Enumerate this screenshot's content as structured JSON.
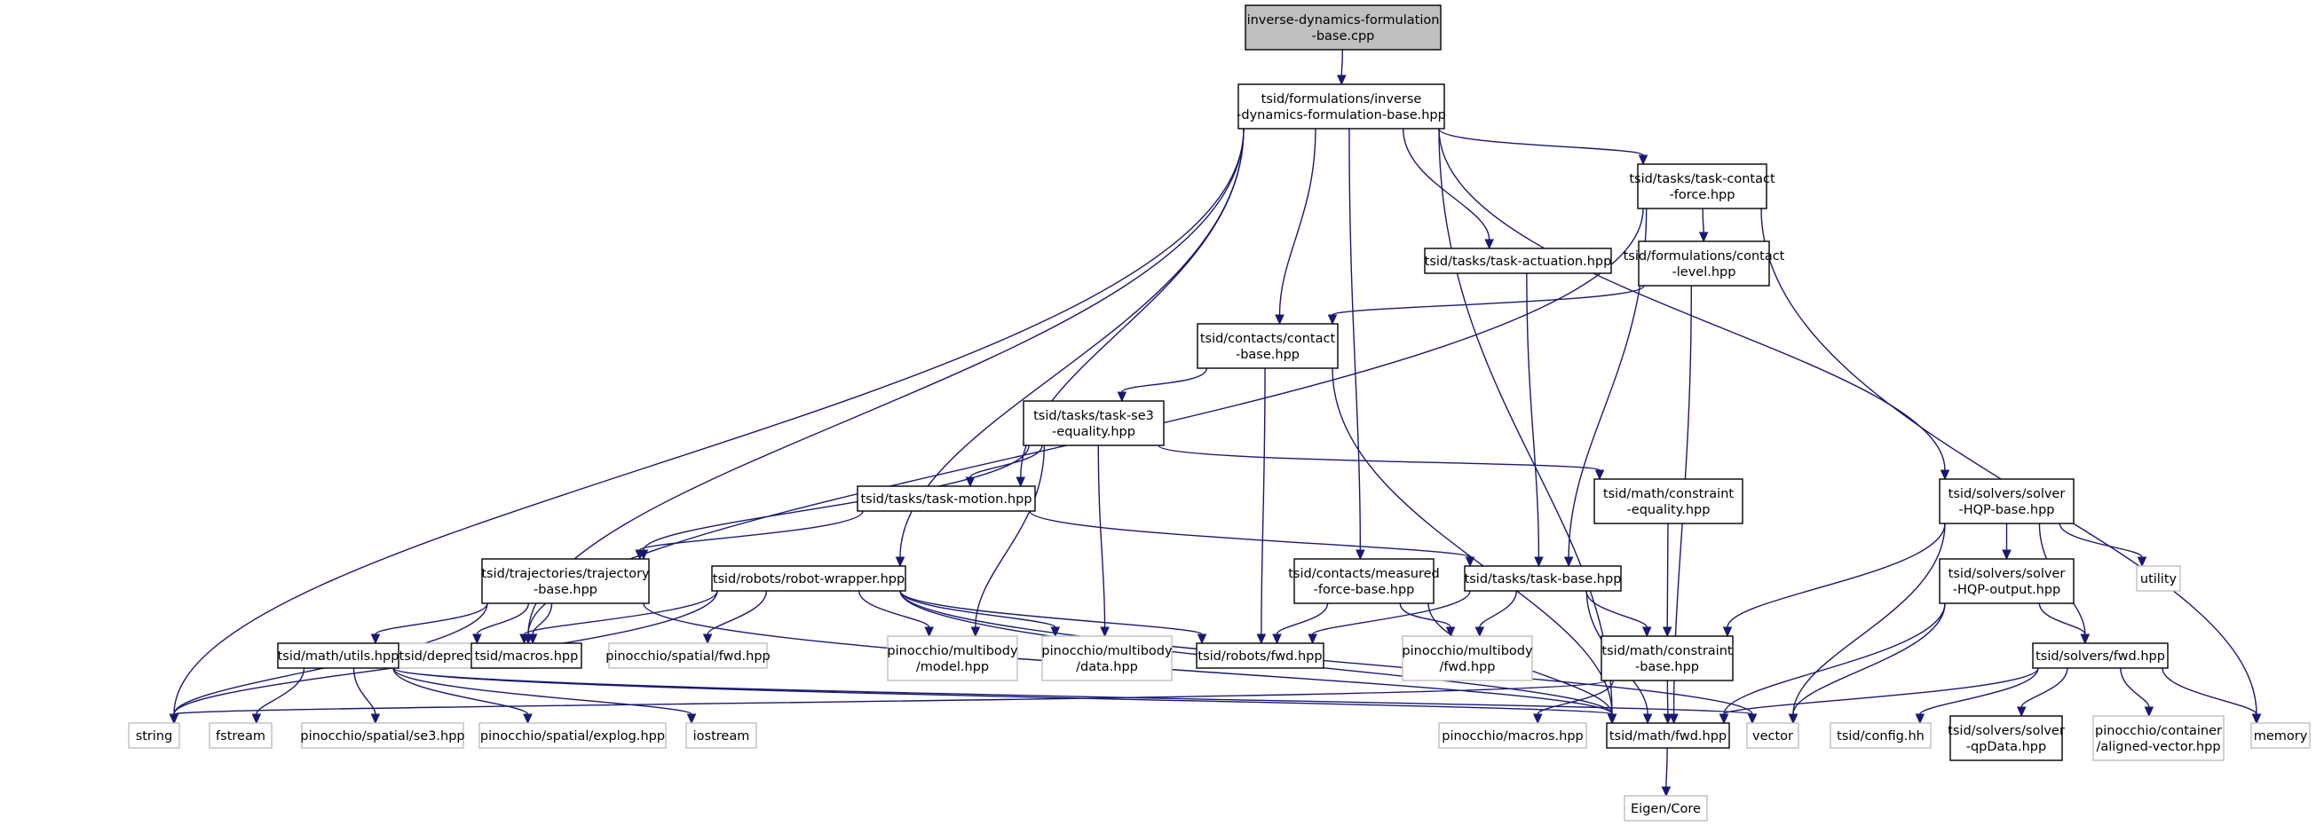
{
  "colors": {
    "edge": "#191970",
    "local_border": "#000000",
    "external_border": "#bfbfbf",
    "root_fill": "#bfbfbf",
    "text": "#000000"
  },
  "nodes": {
    "root": {
      "lines": [
        "inverse-dynamics-formulation",
        "-base.cpp"
      ],
      "kind": "root"
    },
    "idfb": {
      "lines": [
        "tsid/formulations/inverse",
        "-dynamics-formulation-base.hpp"
      ],
      "kind": "local"
    },
    "tcf": {
      "lines": [
        "tsid/tasks/task-contact",
        "-force.hpp"
      ],
      "kind": "local"
    },
    "ta": {
      "lines": [
        "tsid/tasks/task-actuation.hpp"
      ],
      "kind": "local"
    },
    "cl": {
      "lines": [
        "tsid/formulations/contact",
        "-level.hpp"
      ],
      "kind": "local"
    },
    "cb": {
      "lines": [
        "tsid/contacts/contact",
        "-base.hpp"
      ],
      "kind": "local"
    },
    "tse3": {
      "lines": [
        "tsid/tasks/task-se3",
        "-equality.hpp"
      ],
      "kind": "local"
    },
    "ce": {
      "lines": [
        "tsid/math/constraint",
        "-equality.hpp"
      ],
      "kind": "local"
    },
    "shqp": {
      "lines": [
        "tsid/solvers/solver",
        "-HQP-base.hpp"
      ],
      "kind": "local"
    },
    "tm": {
      "lines": [
        "tsid/tasks/task-motion.hpp"
      ],
      "kind": "local"
    },
    "tb": {
      "lines": [
        "tsid/trajectories/trajectory",
        "-base.hpp"
      ],
      "kind": "local"
    },
    "rw": {
      "lines": [
        "tsid/robots/robot-wrapper.hpp"
      ],
      "kind": "local"
    },
    "mfb": {
      "lines": [
        "tsid/contacts/measured",
        "-force-base.hpp"
      ],
      "kind": "local"
    },
    "tkb": {
      "lines": [
        "tsid/tasks/task-base.hpp"
      ],
      "kind": "local"
    },
    "util": {
      "lines": [
        "utility"
      ],
      "kind": "external"
    },
    "shqpo": {
      "lines": [
        "tsid/solvers/solver",
        "-HQP-output.hpp"
      ],
      "kind": "local"
    },
    "dep": {
      "lines": [
        "tsid/deprecated.hh"
      ],
      "kind": "external"
    },
    "mu": {
      "lines": [
        "tsid/math/utils.hpp"
      ],
      "kind": "local"
    },
    "mac": {
      "lines": [
        "tsid/macros.hpp"
      ],
      "kind": "local"
    },
    "psf": {
      "lines": [
        "pinocchio/spatial/fwd.hpp"
      ],
      "kind": "external"
    },
    "pmm": {
      "lines": [
        "pinocchio/multibody",
        "/model.hpp"
      ],
      "kind": "external"
    },
    "pmd": {
      "lines": [
        "pinocchio/multibody",
        "/data.hpp"
      ],
      "kind": "external"
    },
    "rfwd": {
      "lines": [
        "tsid/robots/fwd.hpp"
      ],
      "kind": "local"
    },
    "pmf": {
      "lines": [
        "pinocchio/multibody",
        "/fwd.hpp"
      ],
      "kind": "external"
    },
    "cbase": {
      "lines": [
        "tsid/math/constraint",
        "-base.hpp"
      ],
      "kind": "local"
    },
    "sfwd": {
      "lines": [
        "tsid/solvers/fwd.hpp"
      ],
      "kind": "local"
    },
    "str": {
      "lines": [
        "string"
      ],
      "kind": "external"
    },
    "fst": {
      "lines": [
        "fstream"
      ],
      "kind": "external"
    },
    "pse3": {
      "lines": [
        "pinocchio/spatial/se3.hpp"
      ],
      "kind": "external"
    },
    "pexp": {
      "lines": [
        "pinocchio/spatial/explog.hpp"
      ],
      "kind": "external"
    },
    "ios": {
      "lines": [
        "iostream"
      ],
      "kind": "external"
    },
    "pmac": {
      "lines": [
        "pinocchio/macros.hpp"
      ],
      "kind": "external"
    },
    "mfwd": {
      "lines": [
        "tsid/math/fwd.hpp"
      ],
      "kind": "local"
    },
    "vec": {
      "lines": [
        "vector"
      ],
      "kind": "external"
    },
    "cfg": {
      "lines": [
        "tsid/config.hh"
      ],
      "kind": "external"
    },
    "sqp": {
      "lines": [
        "tsid/solvers/solver",
        "-qpData.hpp"
      ],
      "kind": "local"
    },
    "pav": {
      "lines": [
        "pinocchio/container",
        "/aligned-vector.hpp"
      ],
      "kind": "external"
    },
    "mem": {
      "lines": [
        "memory"
      ],
      "kind": "external"
    },
    "eig": {
      "lines": [
        "Eigen/Core"
      ],
      "kind": "external"
    }
  },
  "edges": [
    [
      "root",
      "idfb"
    ],
    [
      "idfb",
      "str"
    ],
    [
      "idfb",
      "dep"
    ],
    [
      "idfb",
      "rw"
    ],
    [
      "idfb",
      "tm"
    ],
    [
      "idfb",
      "cb"
    ],
    [
      "idfb",
      "mfb"
    ],
    [
      "idfb",
      "ta"
    ],
    [
      "idfb",
      "tcf"
    ],
    [
      "idfb",
      "mfwd"
    ],
    [
      "idfb",
      "shqp"
    ],
    [
      "tcf",
      "dep"
    ],
    [
      "tcf",
      "cl"
    ],
    [
      "tcf",
      "tkb"
    ],
    [
      "tcf",
      "mem"
    ],
    [
      "ta",
      "tkb"
    ],
    [
      "cl",
      "cb"
    ],
    [
      "cl",
      "mfwd"
    ],
    [
      "cb",
      "tse3"
    ],
    [
      "cb",
      "rfwd"
    ],
    [
      "cb",
      "mfwd"
    ],
    [
      "tse3",
      "tb"
    ],
    [
      "tse3",
      "tm"
    ],
    [
      "tse3",
      "pmm"
    ],
    [
      "tse3",
      "pmd"
    ],
    [
      "tse3",
      "ce"
    ],
    [
      "tm",
      "tb"
    ],
    [
      "tm",
      "tkb"
    ],
    [
      "ce",
      "cbase"
    ],
    [
      "shqp",
      "cbase"
    ],
    [
      "shqp",
      "shqpo"
    ],
    [
      "shqp",
      "sfwd"
    ],
    [
      "shqp",
      "util"
    ],
    [
      "shqp",
      "vec"
    ],
    [
      "tb",
      "dep"
    ],
    [
      "tb",
      "mac"
    ],
    [
      "tb",
      "mu"
    ],
    [
      "tb",
      "str"
    ],
    [
      "tb",
      "mfwd"
    ],
    [
      "rw",
      "dep"
    ],
    [
      "rw",
      "str"
    ],
    [
      "rw",
      "psf"
    ],
    [
      "rw",
      "pmm"
    ],
    [
      "rw",
      "pmd"
    ],
    [
      "rw",
      "rfwd"
    ],
    [
      "rw",
      "mfwd"
    ],
    [
      "rw",
      "vec"
    ],
    [
      "mfb",
      "rfwd"
    ],
    [
      "mfb",
      "pmf"
    ],
    [
      "mfb",
      "mfwd"
    ],
    [
      "tkb",
      "rfwd"
    ],
    [
      "tkb",
      "pmf"
    ],
    [
      "tkb",
      "cbase"
    ],
    [
      "tkb",
      "mfwd"
    ],
    [
      "shqpo",
      "sfwd"
    ],
    [
      "shqpo",
      "mfwd"
    ],
    [
      "shqpo",
      "vec"
    ],
    [
      "mu",
      "fst"
    ],
    [
      "mu",
      "pse3"
    ],
    [
      "mu",
      "pexp"
    ],
    [
      "mu",
      "ios"
    ],
    [
      "mu",
      "mfwd"
    ],
    [
      "mu",
      "vec"
    ],
    [
      "cbase",
      "str"
    ],
    [
      "cbase",
      "pmac"
    ],
    [
      "cbase",
      "mfwd"
    ],
    [
      "sfwd",
      "mfwd"
    ],
    [
      "sfwd",
      "cfg"
    ],
    [
      "sfwd",
      "sqp"
    ],
    [
      "sfwd",
      "pav"
    ],
    [
      "sfwd",
      "mem"
    ],
    [
      "mfwd",
      "eig"
    ]
  ]
}
